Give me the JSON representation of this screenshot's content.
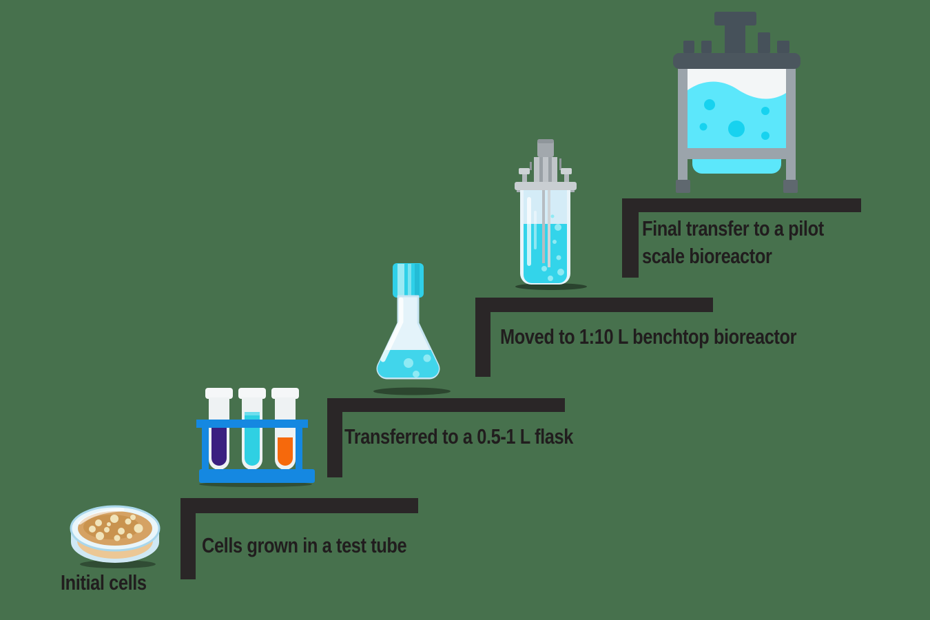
{
  "background_color": "#47714d",
  "stair_color": "#2a2627",
  "text_color": "#211d1e",
  "start": {
    "label": "Initial cells",
    "icon": "petri-dish-icon"
  },
  "steps": [
    {
      "label": "Cells grown in a test tube",
      "icon": "test-tube-rack-icon"
    },
    {
      "label": "Transferred to a 0.5-1 L flask",
      "icon": "erlenmeyer-flask-icon"
    },
    {
      "label": "Moved to 1:10 L benchtop bioreactor",
      "icon": "benchtop-bioreactor-icon"
    },
    {
      "label": "Final transfer to a pilot scale bioreactor",
      "label_line1": "Final transfer to a pilot",
      "label_line2": "scale bioreactor",
      "icon": "pilot-bioreactor-icon"
    }
  ],
  "palette": {
    "rack_blue": "#1588e1",
    "tube_purple": "#3a1f80",
    "tube_cyan": "#2fd0e3",
    "tube_orange": "#f6690c",
    "flask_cap_cyan": "#49d7eb",
    "liquid_cyan": "#41d5eb",
    "pilot_liquid_cyan": "#5ce7fb",
    "bubble_cyan": "#17d2ef",
    "glass_light_blue": "#e4f3fa",
    "agar_tan": "#d5a264",
    "colony_cream": "#f1e4ba",
    "metal_light_gray": "#9ba4ab",
    "metal_dark_gray": "#47525a"
  }
}
